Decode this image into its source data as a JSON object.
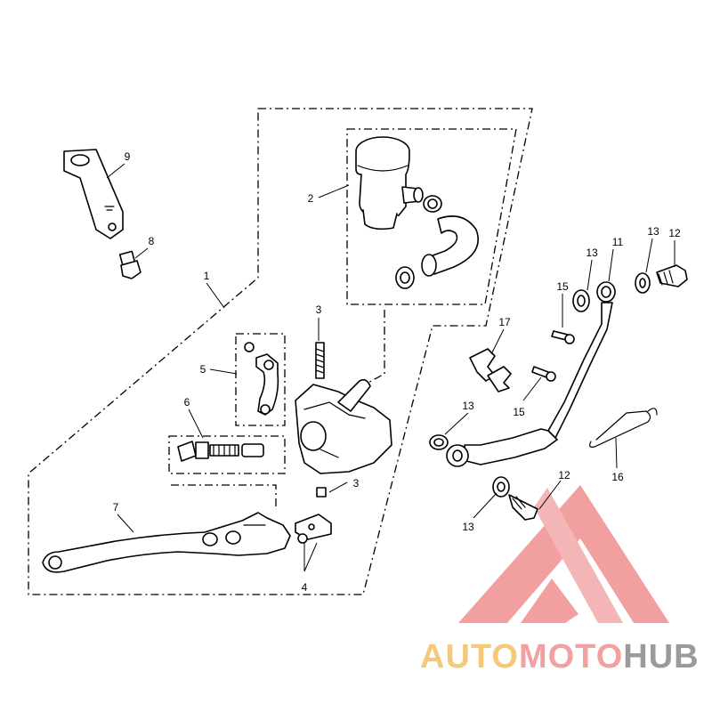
{
  "callouts": {
    "c1": "1",
    "c2": "2",
    "c3a": "3",
    "c3b": "3",
    "c4": "4",
    "c5": "5",
    "c6": "6",
    "c7": "7",
    "c8": "8",
    "c9": "9",
    "c11": "11",
    "c12a": "12",
    "c12b": "12",
    "c13a": "13",
    "c13b": "13",
    "c13c": "13",
    "c13d": "13",
    "c15a": "15",
    "c15b": "15",
    "c16": "16",
    "c17": "17"
  },
  "watermark": {
    "text_auto": "AUTO",
    "text_moto": "MOTO",
    "text_hub": "HUB",
    "color_auto": "#f5c97a",
    "color_moto": "#f2a0a0",
    "color_hub": "#9a9a9a",
    "logo_color": "#ef8f8f"
  }
}
